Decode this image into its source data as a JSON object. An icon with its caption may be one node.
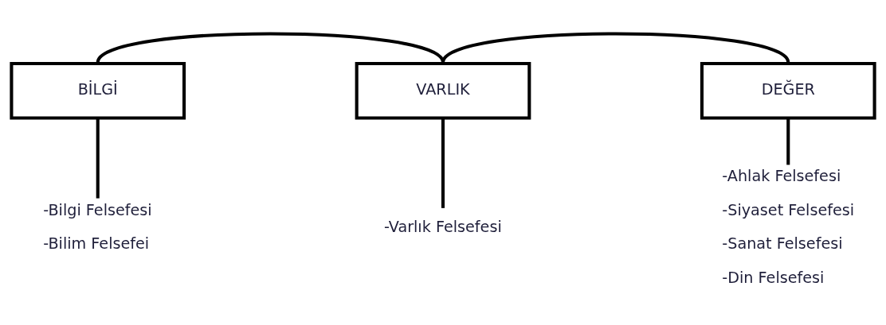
{
  "diagram": {
    "nodes": [
      {
        "text": [
          "BİLGİ"
        ]
      },
      {
        "text": [
          "VARLIK"
        ]
      },
      {
        "text": [
          "DEĞER"
        ]
      },
      {
        "text": [
          "-Bilgi Felsefesi",
          "-Bilim Felsefei"
        ]
      },
      {
        "text": [
          "-Varlık Felsefesi"
        ]
      },
      {
        "text": [
          "-Ahlak Felsefesi",
          "-Siyaset Felsefesi",
          "-Sanat Felsefesi",
          "-Din Felsefesi"
        ]
      }
    ],
    "edges": [
      {
        "from": 1,
        "to": 0,
        "arrow": "none"
      },
      {
        "from": 1,
        "to": 2,
        "arrow": "none"
      },
      {
        "from": 0,
        "to": 3,
        "arrow": "none"
      },
      {
        "from": 1,
        "to": 4,
        "arrow": "none"
      },
      {
        "from": 2,
        "to": 5,
        "arrow": "none"
      }
    ]
  }
}
